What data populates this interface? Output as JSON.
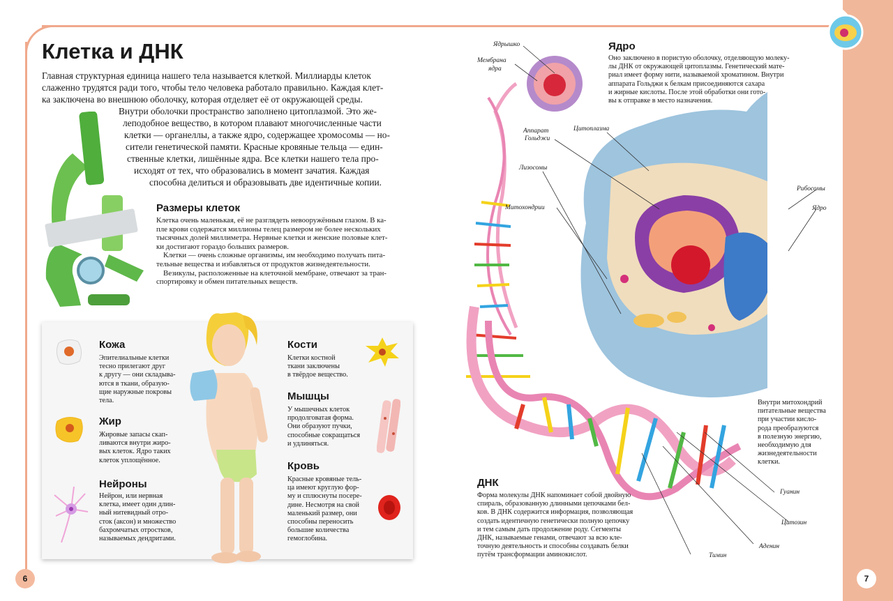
{
  "title": "Клетка и ДНК",
  "intro": {
    "line1": "Главная структурная единица нашего тела называется клеткой. Миллиарды клеток",
    "line2": "слаженно трудятся ради того, чтобы тело человека работало правильно. Каждая клет-",
    "line3": "ка заключена во внешнюю оболочку, которая отделяет её от окружающей среды.",
    "line4": "Внутри оболочки пространство заполнено цитоплазмой. Это же-",
    "line5": "леподобное вещество, в котором плавают многочисленные части",
    "line6": "клетки — органеллы, а также ядро, содержащее хромосомы — но-",
    "line7": "сители генетической памяти. Красные кровяные тельца — един-",
    "line8": "ственные клетки, лишённые ядра. Все клетки нашего тела про-",
    "line9": "исходят от тех, что образовались в момент зачатия. Каждая",
    "line10": "способна делиться и образовывать две идентичные копии."
  },
  "sizes": {
    "heading": "Размеры клеток",
    "l1": "Клетка очень маленькая, её не разглядеть невооружённым глазом. В ка-",
    "l2": "пле крови содержатся миллионы телец размером не более нескольких",
    "l3": "тысячных долей миллиметра. Нервные клетки и женские половые клет-",
    "l4": "ки достигают гораздо больших размеров.",
    "l5": "Клетки — очень сложные организмы, им необходимо получать пита-",
    "l6": "тельные вещества и избавляться от продуктов жизнедеятельности.",
    "l7": "Везикулы, расположенные на клеточной мембране, отвечают за тран-",
    "l8": "спортировку и обмен питательных веществ."
  },
  "box": {
    "skin": {
      "heading": "Кожа",
      "lines": [
        "Эпителиальные клетки",
        "тесно прилегают друг",
        "к другу — они складыва-",
        "ются в ткани, образую-",
        "щие наружные покровы",
        "тела."
      ]
    },
    "fat": {
      "heading": "Жир",
      "lines": [
        "Жировые запасы скап-",
        "ливаются внутри жиро-",
        "вых клеток. Ядро таких",
        "клеток уплощённое."
      ]
    },
    "neurons": {
      "heading": "Нейроны",
      "lines": [
        "Нейрон, или нервная",
        "клетка, имеет один длин-",
        "ный нитевидный отро-",
        "сток (аксон) и множество",
        "бахромчатых отростков,",
        "называемых дендритами."
      ]
    },
    "bones": {
      "heading": "Кости",
      "lines": [
        "Клетки костной",
        "ткани заключены",
        "в твёрдое вещество."
      ]
    },
    "muscles": {
      "heading": "Мышцы",
      "lines": [
        "У мышечных клеток",
        "продолговатая форма.",
        "Они образуют пучки,",
        "способные сокращаться",
        "и удлиняться."
      ]
    },
    "blood": {
      "heading": "Кровь",
      "lines": [
        "Красные кровяные тель-",
        "ца имеют круглую фор-",
        "му и сплюснуты посере-",
        "дине. Несмотря на свой",
        "маленький размер, они",
        "способны переносить",
        "большие количества",
        "гемоглобина."
      ]
    }
  },
  "nucleus": {
    "heading": "Ядро",
    "lines": [
      "Оно заключено в пористую оболочку, отделяющую молеку-",
      "лы ДНК от окружающей цитоплазмы. Генетический мате-",
      "риал имеет форму нити, называемой хроматином. Внутри",
      "аппарата Гольджи к белкам присоединяются сахара",
      "и жирные кислоты. После этой обработки они гото-",
      "вы к отправке в место назначения."
    ]
  },
  "mito_note": [
    "Внутри митохондрий",
    "питательные вещества",
    "при участии кисло-",
    "рода преобразуются",
    "в полезную энергию,",
    "необходимую для",
    "жизнедеятельности",
    "клетки."
  ],
  "dna": {
    "heading": "ДНК",
    "lines": [
      "Форма молекулы ДНК напоминает собой двойную",
      "спираль, образованную длинными цепочками бел-",
      "ков. В ДНК содержится информация, позволяющая",
      "создать идентичную генетически полную цепочку",
      "и тем самым дать продолжение роду. Сегменты",
      "ДНК, называемые генами, отвечают за всю кле-",
      "точную деятельность и способны создавать белки",
      "путём трансформации аминокислот."
    ]
  },
  "labels": {
    "nucleolus": "Ядрышко",
    "membrane1": "Мембрана",
    "membrane2": "ядра",
    "cytoplasm": "Цитоплазма",
    "golgi1": "Аппарат",
    "golgi2": "Гольджи",
    "lysosomes": "Лизосомы",
    "mitochondria": "Митохондрии",
    "ribosomes": "Рибосомы",
    "nucleus": "Ядро",
    "guanine": "Гуанин",
    "cytosine": "Цитозин",
    "adenine": "Аденин",
    "thymine": "Тимин"
  },
  "page_left": "6",
  "page_right": "7",
  "colors": {
    "frame": "#f0a98c",
    "band": "#f1b79a"
  }
}
